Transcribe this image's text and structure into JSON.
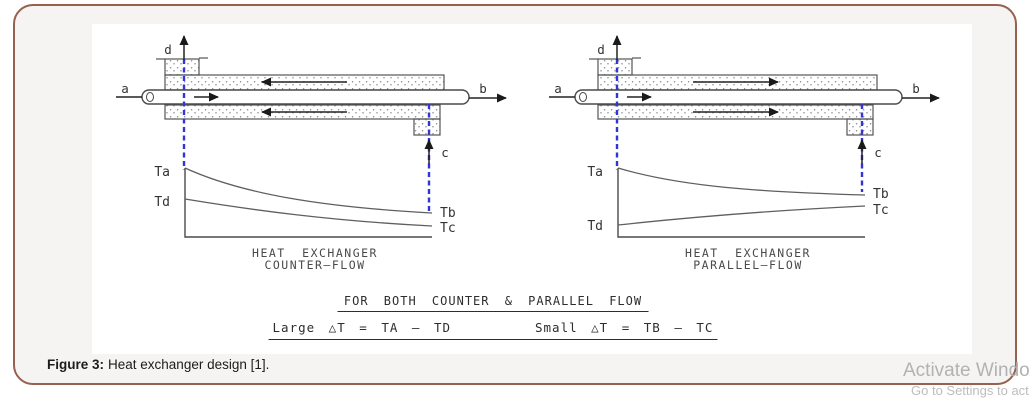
{
  "colors": {
    "card_border": "#97614f",
    "card_background": "#f5f4f2",
    "drawing_ink": "#3c3c3c",
    "reference_line_blue": "#3434d6",
    "watermark_gray": "#b2b2b2"
  },
  "figure": {
    "counter": {
      "port_a": "a",
      "port_b": "b",
      "port_c": "c",
      "port_d": "d",
      "temp_hot_in": "Ta",
      "temp_cold_in": "Td",
      "temp_hot_out": "Tb",
      "temp_cold_out": "Tc",
      "title1": "HEAT EXCHANGER",
      "title2": "COUNTER—FLOW"
    },
    "parallel": {
      "port_a": "a",
      "port_b": "b",
      "port_c": "c",
      "port_d": "d",
      "temp_hot_in": "Ta",
      "temp_cold_in": "Td",
      "temp_hot_out": "Tb",
      "temp_cold_out": "Tc",
      "title1": "HEAT EXCHANGER",
      "title2": "PARALLEL—FLOW"
    },
    "formulas": {
      "heading": "FOR BOTH COUNTER & PARALLEL FLOW",
      "large": "Large △T = TA — TD",
      "small": "Small △T = TB — TC"
    }
  },
  "caption": {
    "label": "Figure 3:",
    "text": "Heat exchanger design [1]."
  },
  "watermark": {
    "line1": "Activate Windo",
    "line2": "Go to Settings to act"
  }
}
